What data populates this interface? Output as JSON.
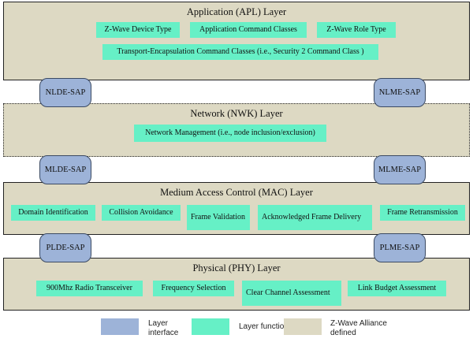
{
  "apl": {
    "title": "Application (APL) Layer",
    "functions": [
      "Z-Wave Device Type",
      "Application Command Classes",
      "Z-Wave Role Type",
      "Transport-Encapsulation Command Classes (i.e., Security 2 Command Class  )"
    ]
  },
  "saps_top": [
    "NLDE-SAP",
    "NLME-SAP"
  ],
  "nwk": {
    "title": "Network (NWK) Layer",
    "functions": [
      "Network Management (i.e., node inclusion/exclusion)"
    ]
  },
  "saps_mid": [
    "MLDE-SAP",
    "MLME-SAP"
  ],
  "mac": {
    "title": "Medium Access Control (MAC) Layer",
    "functions": [
      "Domain Identification",
      "Collision Avoidance",
      "Frame Validation",
      "Acknowledged Frame Delivery",
      "Frame Retransmission"
    ]
  },
  "saps_bot": [
    "PLDE-SAP",
    "PLME-SAP"
  ],
  "phy": {
    "title": "Physical (PHY) Layer",
    "functions": [
      "900Mhz Radio Transceiver",
      "Frequency Selection",
      "Clear Channel Assessment",
      "Link Budget Assessment"
    ]
  },
  "legend": [
    {
      "label": "Layer interface",
      "color": "#9db3d8"
    },
    {
      "label": "Layer function",
      "color": "#66f0c6"
    },
    {
      "label": "Z-Wave Alliance defined",
      "color": "#ddd9c3"
    }
  ]
}
